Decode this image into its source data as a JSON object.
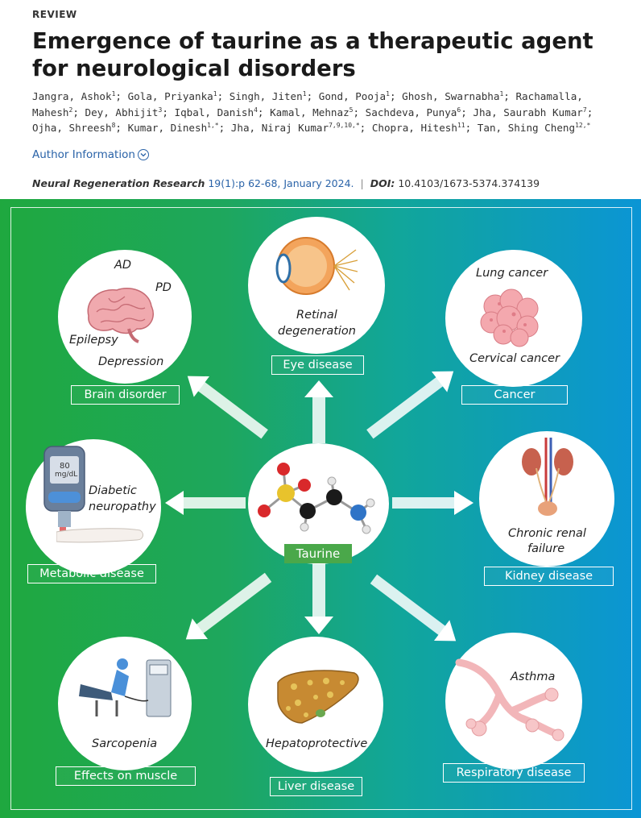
{
  "header": {
    "kicker": "REVIEW",
    "title": "Emergence of taurine as a therapeutic agent for neurological disorders",
    "author_info": "Author Information",
    "journal": "Neural Regeneration Research",
    "volume": "19(1):p 62-68, January 2024.",
    "doi_label": "DOI:",
    "doi": "10.4103/1673-5374.374139"
  },
  "authors": [
    {
      "name": "Jangra, Ashok",
      "sup": "1"
    },
    {
      "name": "Gola, Priyanka",
      "sup": "1"
    },
    {
      "name": "Singh, Jiten",
      "sup": "1"
    },
    {
      "name": "Gond, Pooja",
      "sup": "1"
    },
    {
      "name": "Ghosh, Swarnabha",
      "sup": "1"
    },
    {
      "name": "Rachamalla, Mahesh",
      "sup": "2"
    },
    {
      "name": "Dey, Abhijit",
      "sup": "3"
    },
    {
      "name": "Iqbal, Danish",
      "sup": "4"
    },
    {
      "name": "Kamal, Mehnaz",
      "sup": "5"
    },
    {
      "name": "Sachdeva, Punya",
      "sup": "6"
    },
    {
      "name": "Jha, Saurabh Kumar",
      "sup": "7"
    },
    {
      "name": "Ojha, Shreesh",
      "sup": "8"
    },
    {
      "name": "Kumar, Dinesh",
      "sup": "1,*"
    },
    {
      "name": "Jha, Niraj Kumar",
      "sup": "7,9,10,*"
    },
    {
      "name": "Chopra, Hitesh",
      "sup": "11"
    },
    {
      "name": "Tan, Shing Cheng",
      "sup": "12,*"
    }
  ],
  "figure": {
    "center": "Taurine",
    "brain": {
      "label": "Brain disorder",
      "items": [
        "AD",
        "PD",
        "Epilepsy",
        "Depression"
      ]
    },
    "eye": {
      "label": "Eye disease",
      "items": [
        "Retinal",
        "degeneration"
      ]
    },
    "cancer": {
      "label": "Cancer",
      "items": [
        "Lung cancer",
        "Cervical cancer"
      ]
    },
    "metabolic": {
      "label": "Metabolic disease",
      "items": [
        "Diabetic",
        "neuropathy"
      ],
      "meter": [
        "80",
        "mg/dL"
      ]
    },
    "kidney": {
      "label": "Kidney disease",
      "items": [
        "Chronic renal",
        "failure"
      ]
    },
    "muscle": {
      "label": "Effects on muscle",
      "items": [
        "Sarcopenia"
      ]
    },
    "liver": {
      "label": "Liver disease",
      "items": [
        "Hepatoprotective"
      ]
    },
    "resp": {
      "label": "Respiratory disease",
      "items": [
        "Asthma"
      ]
    }
  }
}
